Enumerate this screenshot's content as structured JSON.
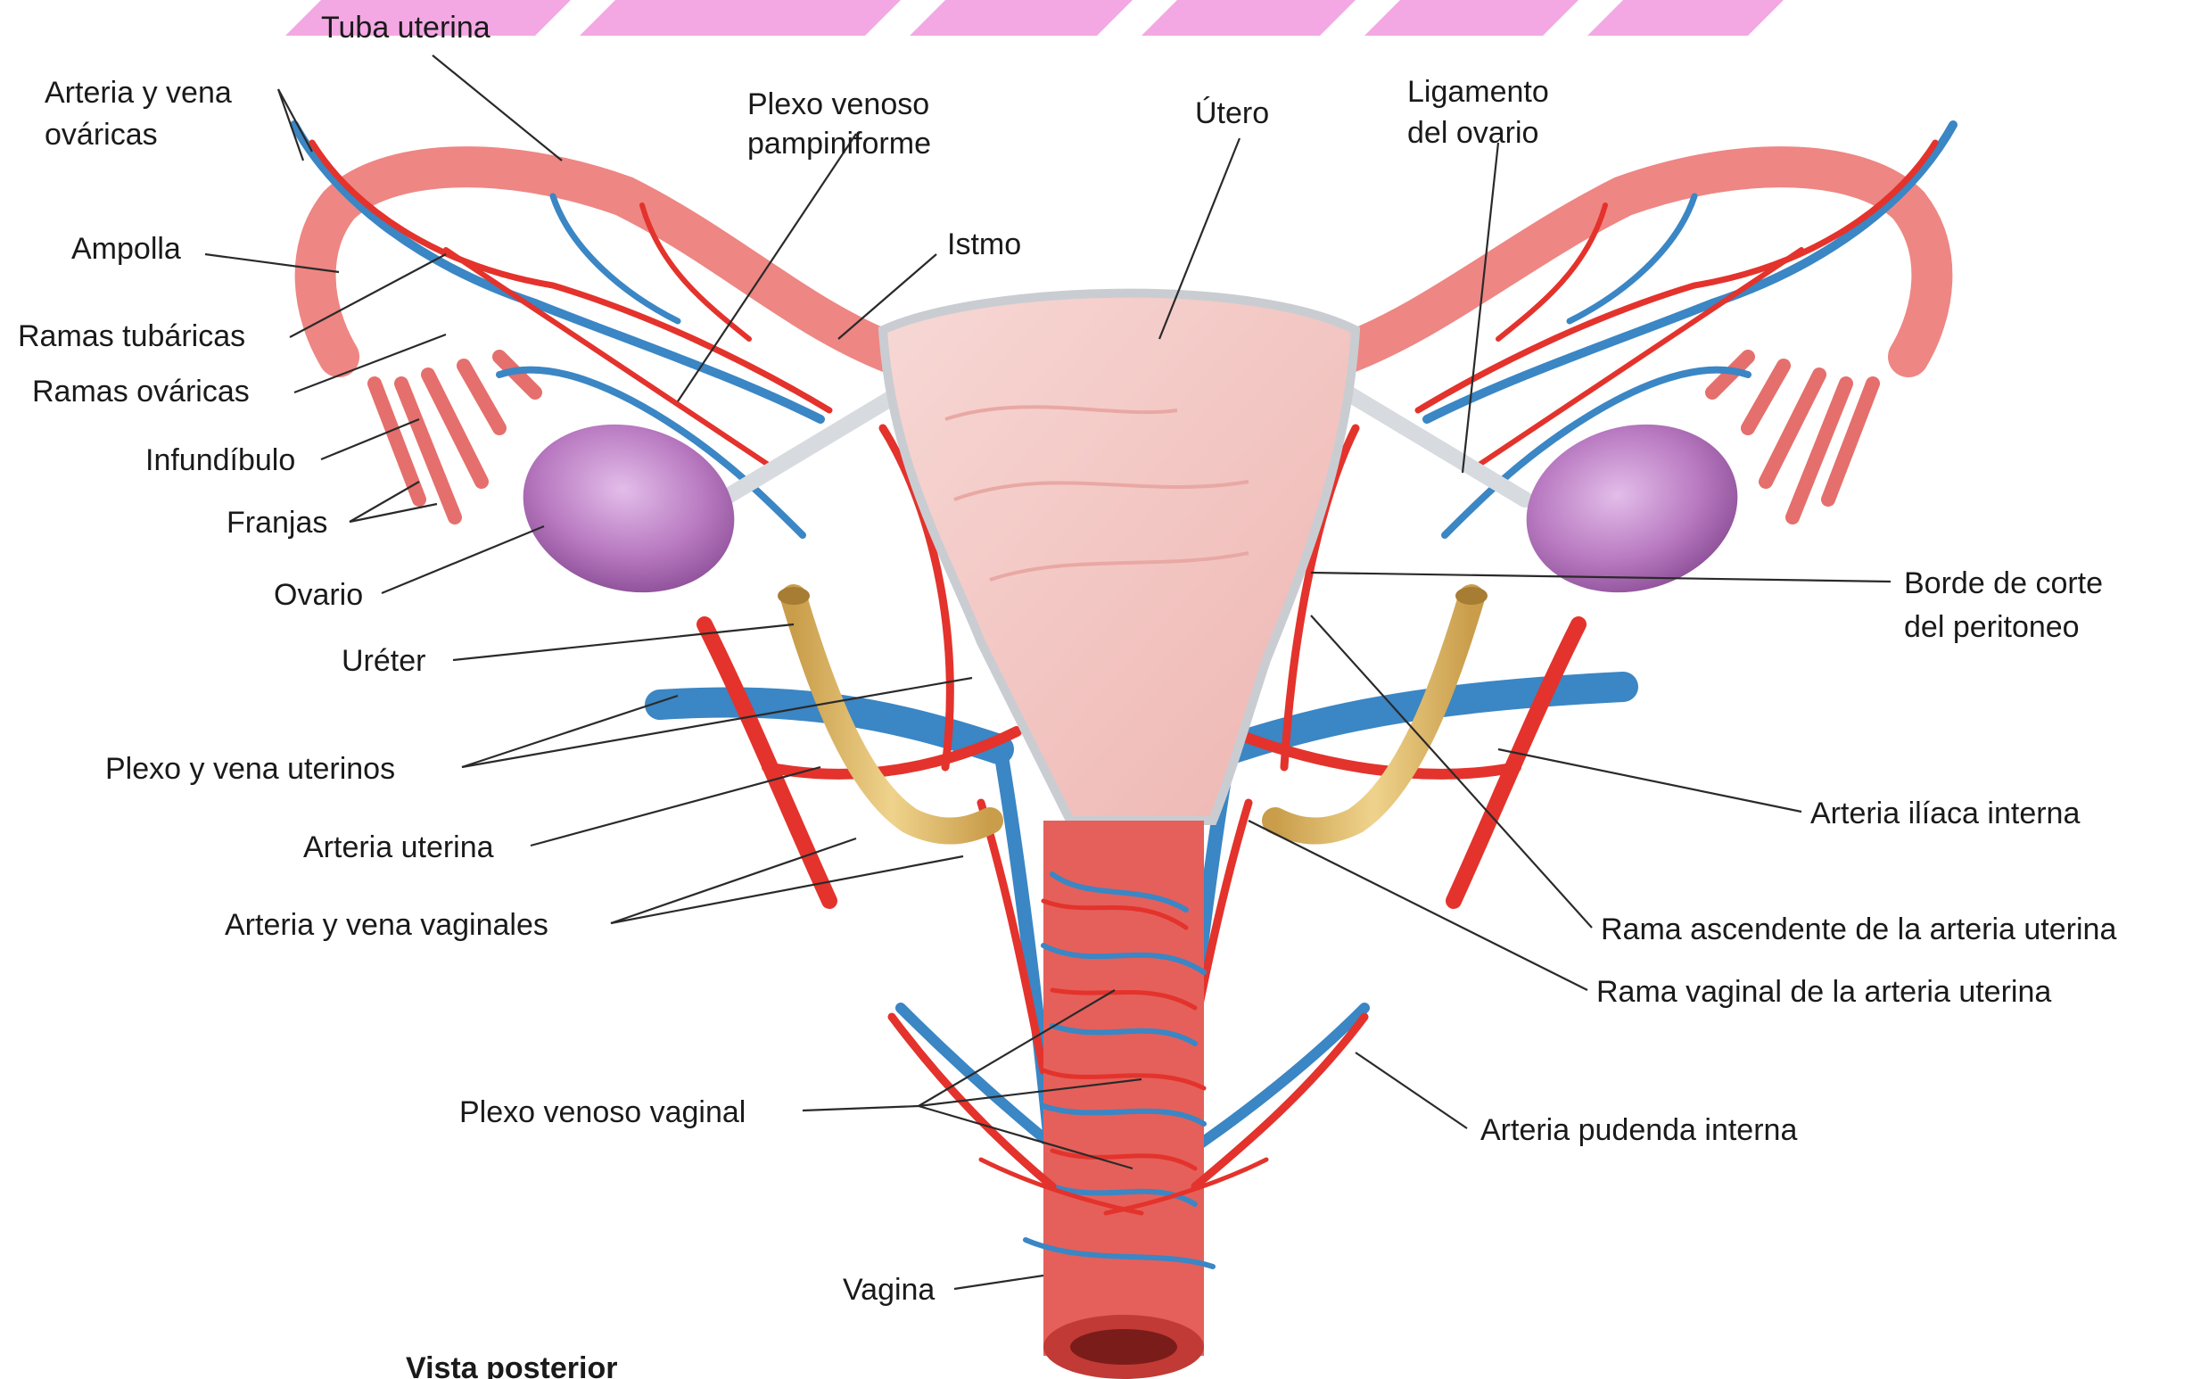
{
  "labels": {
    "tuba_uterina": "Tuba uterina",
    "arteria_vena_ovaricas_1": "Arteria y vena",
    "arteria_vena_ovaricas_2": "ováricas",
    "plexo_pampiniforme_1": "Plexo venoso",
    "plexo_pampiniforme_2": "pampiniforme",
    "utero": "Útero",
    "ligamento_ovario_1": "Ligamento",
    "ligamento_ovario_2": "del ovario",
    "ampolla": "Ampolla",
    "istmo": "Istmo",
    "ramas_tubaricas": "Ramas tubáricas",
    "ramas_ovaricas": "Ramas ováricas",
    "infundibulo": "Infundíbulo",
    "franjas": "Franjas",
    "ovario": "Ovario",
    "borde_corte_1": "Borde de corte",
    "borde_corte_2": "del peritoneo",
    "ureter": "Uréter",
    "plexo_vena_uterinos": "Plexo y vena uterinos",
    "arteria_iliaca_interna": "Arteria ilíaca interna",
    "arteria_uterina": "Arteria uterina",
    "arteria_vena_vaginales": "Arteria y vena vaginales",
    "rama_ascendente": "Rama ascendente de la arteria uterina",
    "rama_vaginal": "Rama vaginal de la arteria uterina",
    "plexo_venoso_vaginal": "Plexo venoso vaginal",
    "arteria_pudenda_interna": "Arteria pudenda interna",
    "vagina": "Vagina",
    "vista_posterior": "Vista posterior"
  },
  "colors": {
    "artery": "#e3332c",
    "vein": "#3b86c4",
    "uterus": "#f2c4c0",
    "tube": "#ee8683",
    "ovary": "#b879c0",
    "ureter": "#d9b768",
    "banner": "#f3a8e3"
  }
}
